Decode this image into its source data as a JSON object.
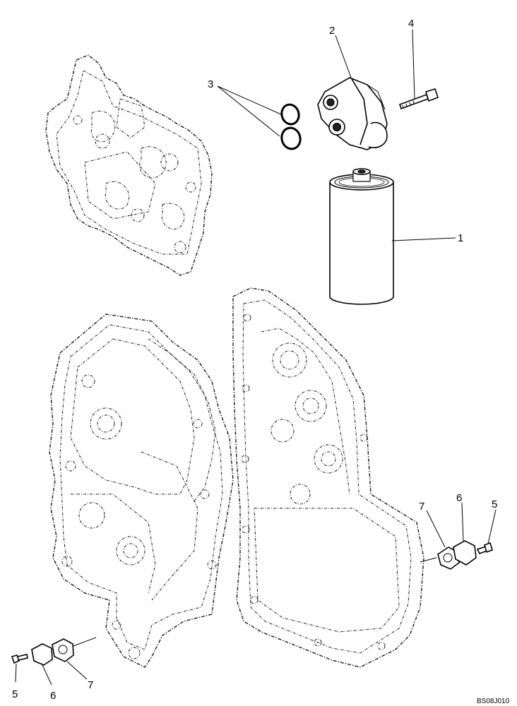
{
  "callouts": [
    {
      "id": "c1",
      "label": "1"
    },
    {
      "id": "c2",
      "label": "2"
    },
    {
      "id": "c3",
      "label": "3"
    },
    {
      "id": "c4",
      "label": "4"
    },
    {
      "id": "c5a",
      "label": "5"
    },
    {
      "id": "c6a",
      "label": "6"
    },
    {
      "id": "c7a",
      "label": "7"
    },
    {
      "id": "c5b",
      "label": "5"
    },
    {
      "id": "c6b",
      "label": "6"
    },
    {
      "id": "c7b",
      "label": "7"
    }
  ],
  "drawing_code": "BS08J010",
  "colors": {
    "ink": "#000000",
    "background": "#ffffff"
  }
}
